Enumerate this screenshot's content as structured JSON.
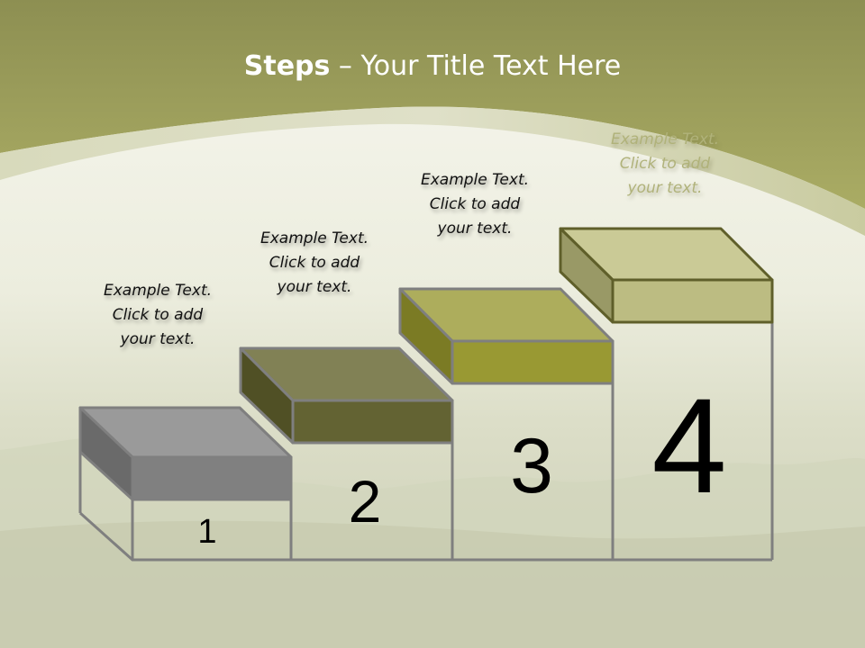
{
  "slide": {
    "title_bold": "Steps",
    "title_rest": " – Your Title Text Here"
  },
  "steps": [
    {
      "number": "1",
      "caption": [
        "Example Text.",
        "Click  to add",
        "your text."
      ],
      "top_color": "#9a9a9a",
      "front_color": "#808080",
      "side_color": "#6a6a6a",
      "edge_color": "#7f7f7f"
    },
    {
      "number": "2",
      "caption": [
        "Example Text.",
        "Click  to add",
        "your text."
      ],
      "top_color": "#818155",
      "front_color": "#636333",
      "side_color": "#505025",
      "edge_color": "#7f7f7f"
    },
    {
      "number": "3",
      "caption": [
        "Example Text.",
        "Click  to add",
        "your text."
      ],
      "top_color": "#adad5c",
      "front_color": "#999933",
      "side_color": "#7b7b24",
      "edge_color": "#7f7f7f"
    },
    {
      "number": "4",
      "caption": [
        "Example Text.",
        "Click  to add",
        "your text."
      ],
      "top_color": "#caca96",
      "front_color": "#bcbc82",
      "side_color": "#999966",
      "edge_color": "#5f5f2a"
    }
  ],
  "colors": {
    "header": "#a8aa62",
    "header_dark": "#8c8e4e",
    "band": "#d4d6b4",
    "sky": "#f4f4ea",
    "outline": "#7f7f7f"
  }
}
